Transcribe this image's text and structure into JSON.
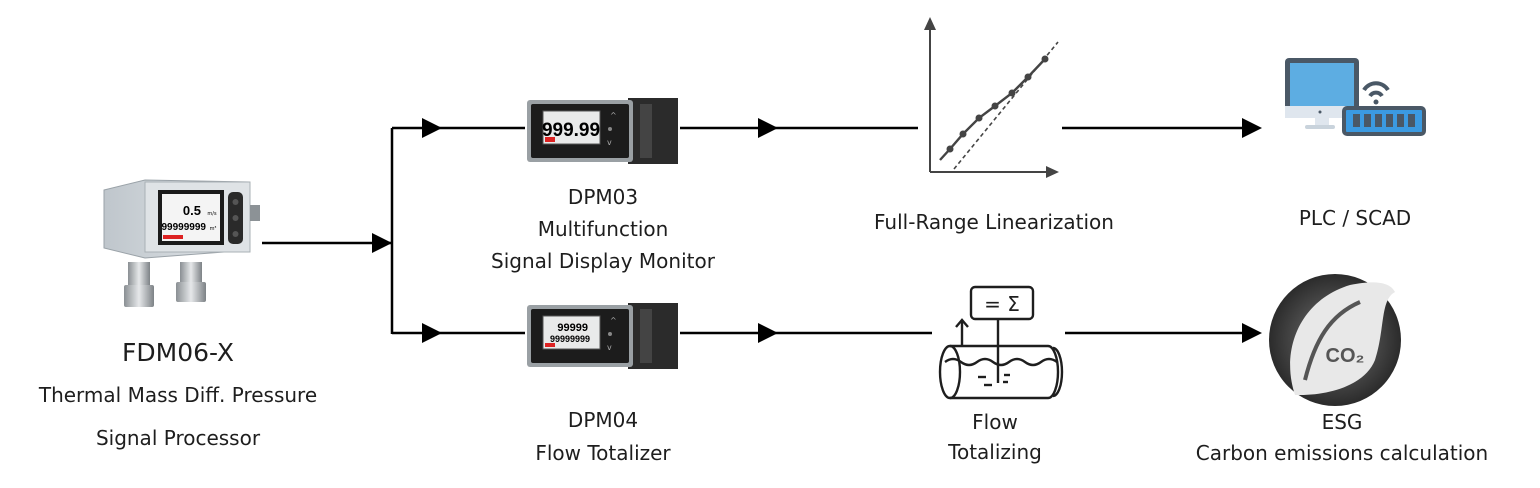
{
  "source": {
    "name": "FDM06-X",
    "desc_line1": "Thermal Mass Diff. Pressure",
    "desc_line2": "Signal Processor",
    "display_rate": "0.5",
    "display_rate_unit": "m/s",
    "display_total": "99999999",
    "display_total_unit": "m³"
  },
  "branch_top": {
    "device": {
      "name": "DPM03",
      "desc_line1": "Multifunction",
      "desc_line2": "Signal Display Monitor",
      "display": "999.99"
    },
    "process": {
      "label": "Full-Range Linearization"
    },
    "target": {
      "label": "PLC / SCAD"
    }
  },
  "branch_bottom": {
    "device": {
      "name": "DPM04",
      "desc_line1": "Flow Totalizer",
      "display_rate": "99999",
      "display_total": "99999999"
    },
    "process": {
      "label_line1": "Flow",
      "label_line2": "Totalizing",
      "sigma_text": "= Σ"
    },
    "target": {
      "label_line1": "ESG",
      "label_line2": "Carbon emissions calculation",
      "badge_text": "CO₂"
    }
  },
  "colors": {
    "line": "#000000",
    "text": "#1e1e1e",
    "monitor_blue": "#5dade2",
    "pcb_blue": "#3b9ae1",
    "dark_slate": "#4a5866"
  }
}
